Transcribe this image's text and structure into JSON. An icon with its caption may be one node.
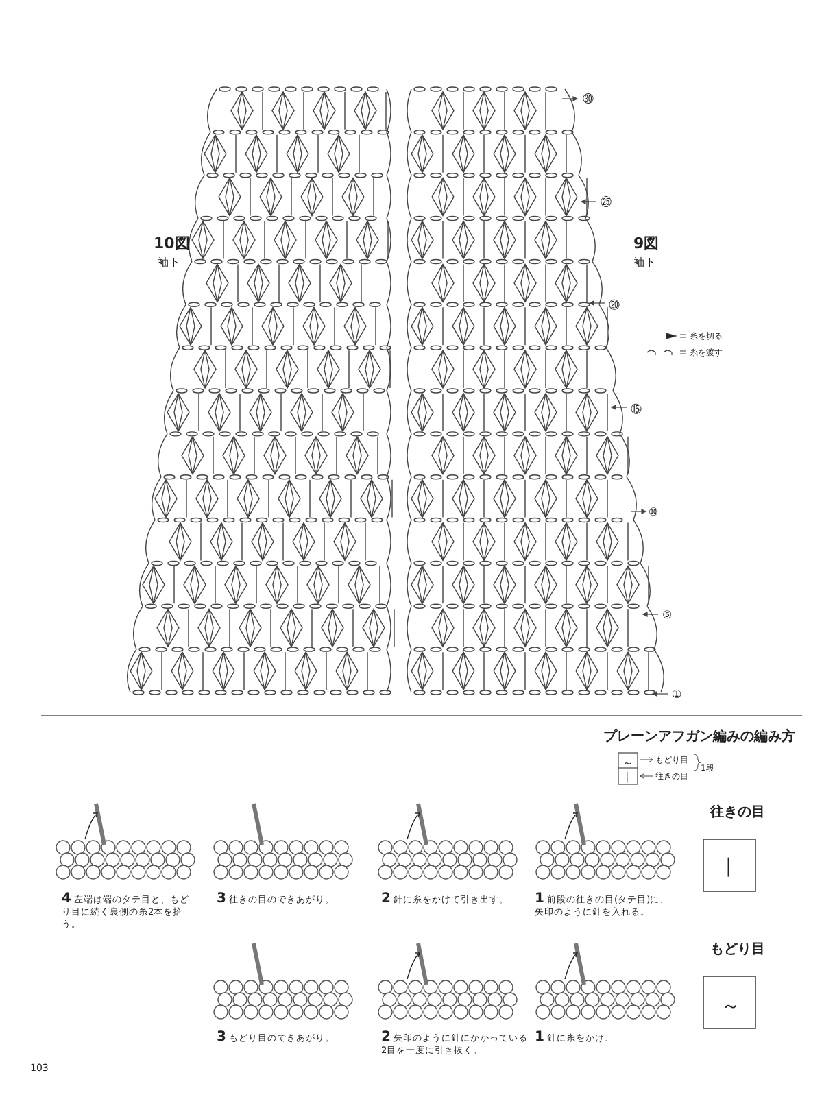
{
  "diagram": {
    "title": "プレーンアフガン編みの編み方",
    "labels": [
      "㉚",
      "10図",
      "袖下",
      "9図",
      "袖下",
      "㉕",
      "⑳",
      "⑮",
      "⑩",
      "⑤",
      "①",
      "～",
      "もどり目",
      "|",
      "往きの目",
      "1段",
      "往きの目",
      "|",
      "**4** 左端は端のタテ目と、もどり目に続く裏側の糸2本を拾う。",
      "**3** 往きの目のできあがり。",
      "**2** 針に糸をかけて引き出す。",
      "**1** 前段の往きの目(タテ目)に、矢印のように針を入れる。",
      "もどり目",
      "～",
      "**3** もどり目のできあがり。",
      "**2** 矢印のように針にかかっている2目を一度に引き抜く。",
      "**1** 針に糸をかけ、",
      "103"
    ],
    "legend": [
      {
        "text": "糸を切る"
      },
      {
        "text": "糸を渡す"
      }
    ]
  }
}
